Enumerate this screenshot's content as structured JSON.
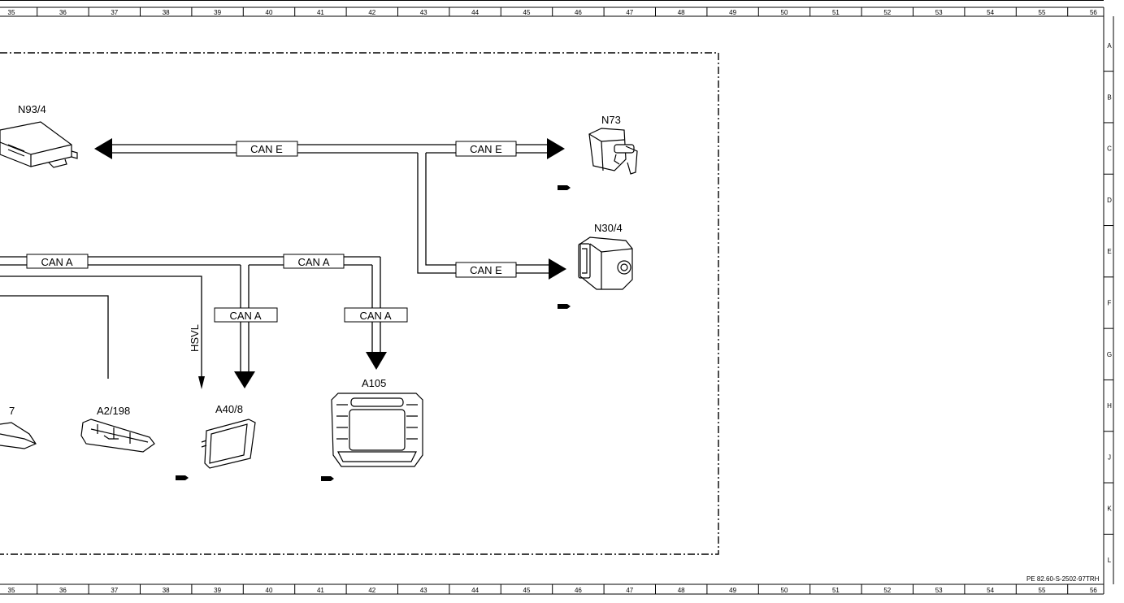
{
  "title_block": {
    "drawing_number": "PE 82.60-S-2502-97TRH"
  },
  "column_numbers": [
    "35",
    "36",
    "37",
    "38",
    "39",
    "40",
    "41",
    "42",
    "43",
    "44",
    "45",
    "46",
    "47",
    "48",
    "49",
    "50",
    "51",
    "52",
    "53",
    "54",
    "55",
    "56"
  ],
  "row_letters": [
    "A",
    "B",
    "C",
    "D",
    "E",
    "F",
    "G",
    "H",
    "J",
    "K",
    "L"
  ],
  "components": {
    "n93_4": "N93/4",
    "n73": "N73",
    "n30_4": "N30/4",
    "a105": "A105",
    "a40_8": "A40/8",
    "a2_198": "A2/198",
    "partial_left": "7"
  },
  "bus_labels": {
    "can_e_1": "CAN E",
    "can_e_2": "CAN E",
    "can_e_3": "CAN E",
    "can_a_1": "CAN A",
    "can_a_2": "CAN A",
    "can_a_3": "CAN A",
    "can_a_4": "CAN A",
    "hsvl": "HSVL"
  }
}
